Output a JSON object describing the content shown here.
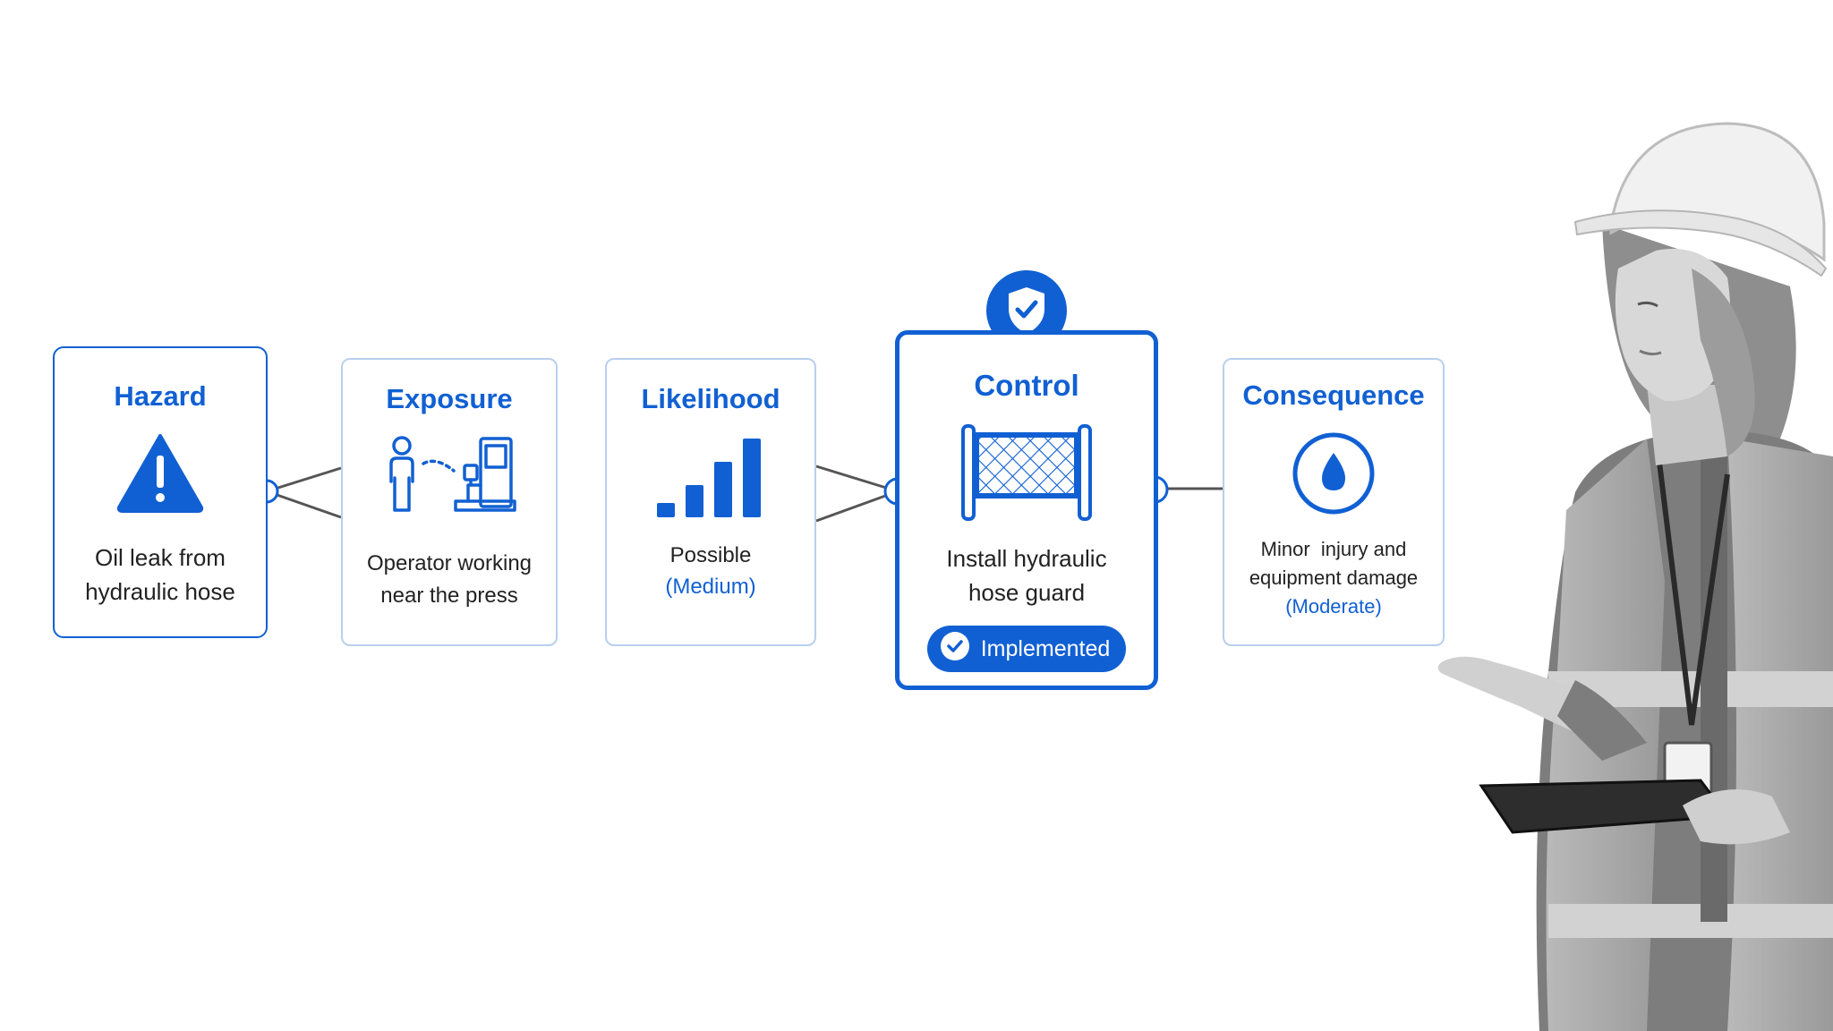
{
  "colors": {
    "accent": "#1160d3",
    "border_light": "#b8cfee",
    "connector": "#555555"
  },
  "cards": {
    "hazard": {
      "title": "Hazard",
      "icon": "warning-triangle-icon",
      "text_line1": "Oil leak from",
      "text_line2": "hydraulic hose"
    },
    "exposure": {
      "title": "Exposure",
      "icon": "operator-machine-icon",
      "text_line1": "Operator working",
      "text_line2": "near the press"
    },
    "likelihood": {
      "title": "Likelihood",
      "icon": "signal-bars-icon",
      "text_line1": "Possible",
      "rating": "(Medium)",
      "level": 0.8
    },
    "control": {
      "title": "Control",
      "icon": "hose-guard-icon",
      "badge_icon": "shield-check-icon",
      "text_line1": "Install hydraulic",
      "text_line2": "hose guard",
      "status": "Implemented"
    },
    "consequence": {
      "title": "Consequence",
      "icon": "oil-drop-icon",
      "text_line1": "Minor  injury and",
      "text_line2": "equipment damage",
      "rating": "(Moderate)"
    }
  },
  "photo": {
    "icon": "safety-inspector-photo"
  }
}
